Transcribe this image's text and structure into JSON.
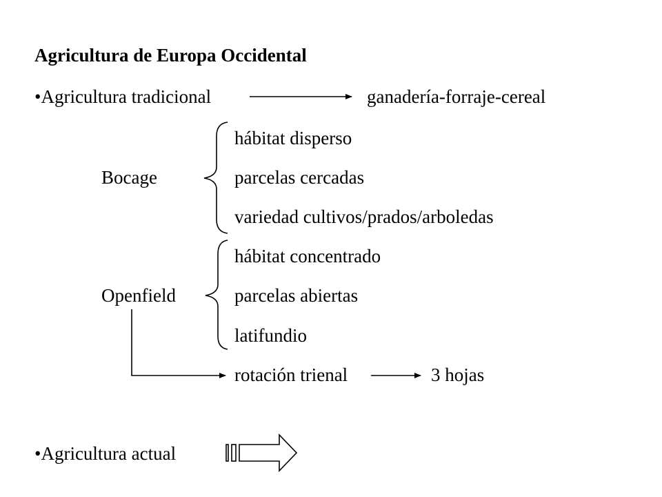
{
  "slide": {
    "title": "Agricultura de Europa Occidental",
    "traditional": {
      "label": "•Agricultura tradicional",
      "result": "ganadería-forraje-cereal"
    },
    "bocage": {
      "label": "Bocage",
      "items": [
        "hábitat disperso",
        "parcelas cercadas",
        "variedad cultivos/prados/arboledas"
      ]
    },
    "openfield": {
      "label": "Openfield",
      "items": [
        "hábitat concentrado",
        "parcelas abiertas",
        "latifundio"
      ],
      "rotation": "rotación trienal",
      "rotation_result": "3 hojas"
    },
    "current": {
      "label": "•Agricultura actual"
    }
  }
}
